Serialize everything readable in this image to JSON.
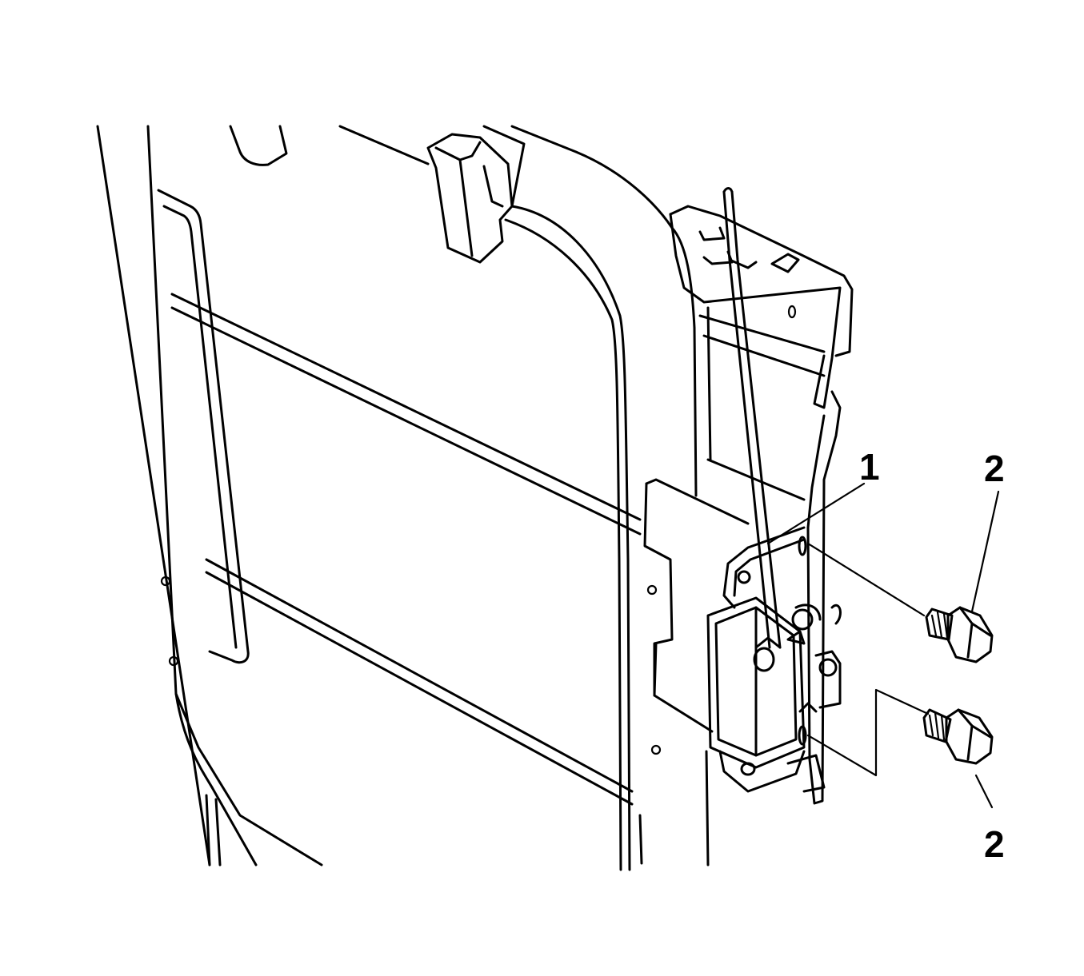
{
  "diagram": {
    "callouts": [
      {
        "id": "latch",
        "label": "1"
      },
      {
        "id": "bolt-upper",
        "label": "2"
      },
      {
        "id": "bolt-lower",
        "label": "2"
      }
    ]
  }
}
